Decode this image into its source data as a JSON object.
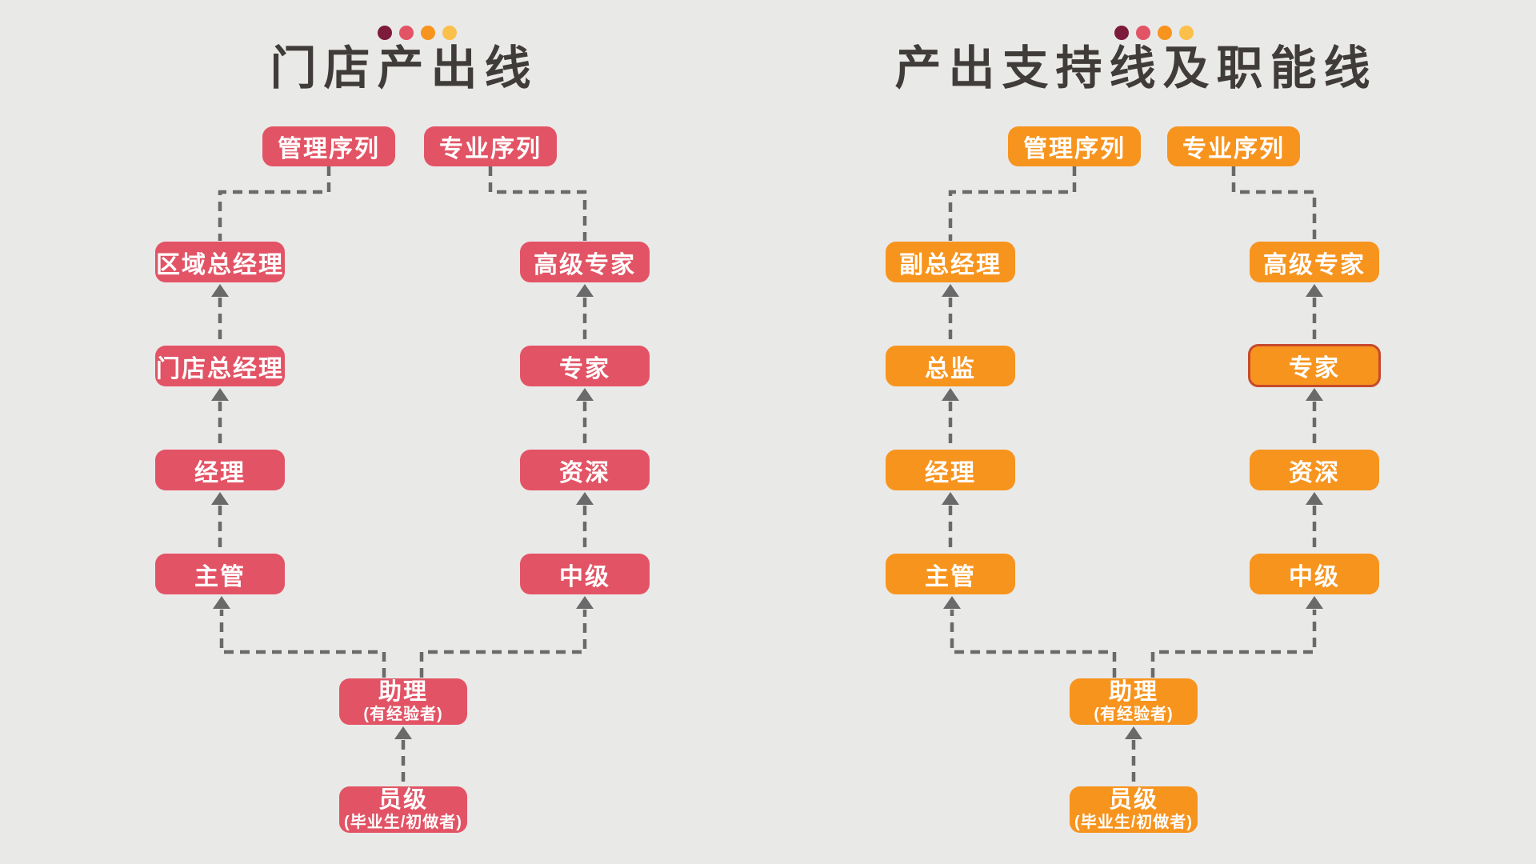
{
  "background_color": "#e9e9e8",
  "connector_color": "#6a6a6a",
  "title_color": "#403c3a",
  "panels": [
    {
      "title": "门店产出线",
      "accent_color": "#e25465",
      "dot_colors": [
        "#7d1b3d",
        "#e25465",
        "#f7941e",
        "#fbbf4b"
      ],
      "management_sequence": "管理序列",
      "professional_sequence": "专业序列",
      "management_track": [
        "区域总经理",
        "门店总经理",
        "经理",
        "主管"
      ],
      "professional_track": [
        "高级专家",
        "专家",
        "资深",
        "中级"
      ],
      "entry_track": [
        {
          "label": "助理",
          "note": "(有经验者)"
        },
        {
          "label": "员级",
          "note": "(毕业生/初做者)"
        }
      ]
    },
    {
      "title": "产出支持线及职能线",
      "accent_color": "#f7941e",
      "dot_colors": [
        "#7d1b3d",
        "#e25465",
        "#f7941e",
        "#fbbf4b"
      ],
      "management_sequence": "管理序列",
      "professional_sequence": "专业序列",
      "management_track": [
        "副总经理",
        "总监",
        "经理",
        "主管"
      ],
      "professional_track": [
        "高级专家",
        "专家",
        "资深",
        "中级"
      ],
      "entry_track": [
        {
          "label": "助理",
          "note": "(有经验者)"
        },
        {
          "label": "员级",
          "note": "(毕业生/初做者)"
        }
      ],
      "highlighted_node": "专家",
      "highlight_border_color": "#c64a2c"
    }
  ]
}
